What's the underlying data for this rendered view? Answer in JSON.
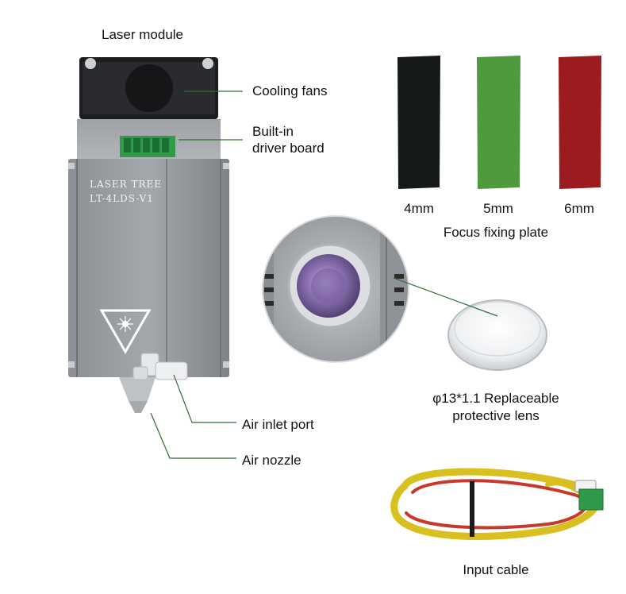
{
  "title": "Laser module",
  "callouts": {
    "cooling_fans": "Cooling fans",
    "driver_board_line1": "Built-in",
    "driver_board_line2": "driver board",
    "air_inlet": "Air inlet port",
    "air_nozzle": "Air nozzle"
  },
  "module_text": {
    "brand": "LASER TREE",
    "model": "LT-4LDS-V1"
  },
  "focus_plates": {
    "items": [
      {
        "label": "4mm",
        "color": "#15191a"
      },
      {
        "label": "5mm",
        "color": "#4f9a3c"
      },
      {
        "label": "6mm",
        "color": "#9b1b1f"
      }
    ],
    "caption": "Focus fixing plate"
  },
  "lens": {
    "line1": "φ13*1.1 Replaceable",
    "line2": "protective lens"
  },
  "cable": {
    "caption": "Input cable"
  }
}
